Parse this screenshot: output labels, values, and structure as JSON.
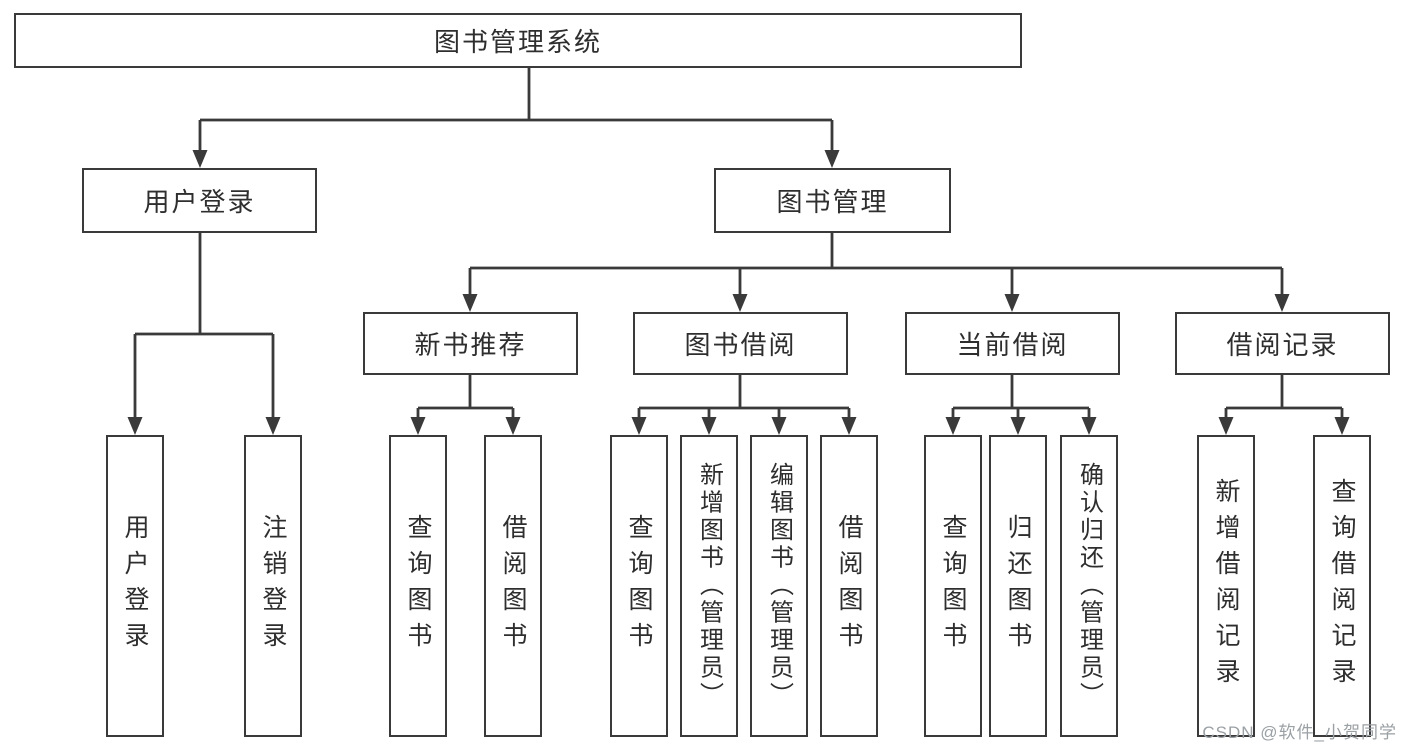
{
  "diagram": {
    "root": "图书管理系统",
    "user_login": {
      "label": "用户登录",
      "children": [
        "用户登录",
        "注销登录"
      ]
    },
    "book_mgmt": {
      "label": "图书管理",
      "sections": [
        {
          "label": "新书推荐",
          "children": [
            "查询图书",
            "借阅图书"
          ]
        },
        {
          "label": "图书借阅",
          "children": [
            "查询图书",
            "新增图书（管理员）",
            "编辑图书（管理员）",
            "借阅图书"
          ]
        },
        {
          "label": "当前借阅",
          "children": [
            "查询图书",
            "归还图书",
            "确认归还（管理员）"
          ]
        },
        {
          "label": "借阅记录",
          "children": [
            "新增借阅记录",
            "查询借阅记录"
          ]
        }
      ]
    }
  },
  "watermark": "CSDN @软件_小贺同学",
  "colors": {
    "line": "#3a3a3a",
    "text": "#2e2e2e",
    "watermark": "#9aa0a4"
  }
}
